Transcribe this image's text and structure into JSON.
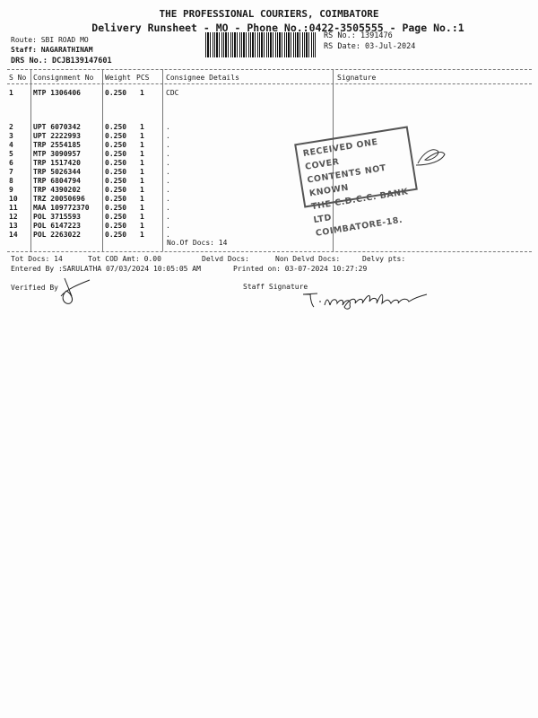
{
  "header": {
    "company": "THE PROFESSIONAL COURIERS, COIMBATORE",
    "subtitle": "Delivery Runsheet - MO - Phone No.:0422-3505555 - Page No.:1",
    "route": "Route: SBI ROAD MO",
    "staff": "Staff: NAGARATHINAM",
    "drs": "DRS No.: DCJB139147601",
    "rs_no": "RS No.: 1391476",
    "rs_date": "RS Date: 03-Jul-2024"
  },
  "table": {
    "columns": [
      "S No",
      "Consignment No",
      "Weight",
      "PCS",
      "Consignee Details",
      "Signature"
    ],
    "rows": [
      {
        "sno": "1",
        "cons": "MTP 1306406",
        "weight": "0.250",
        "pcs": "1",
        "details": "CDC"
      },
      {
        "sno": "2",
        "cons": "UPT 6070342",
        "weight": "0.250",
        "pcs": "1",
        "details": "."
      },
      {
        "sno": "3",
        "cons": "UPT 2222993",
        "weight": "0.250",
        "pcs": "1",
        "details": "."
      },
      {
        "sno": "4",
        "cons": "TRP 2554185",
        "weight": "0.250",
        "pcs": "1",
        "details": "."
      },
      {
        "sno": "5",
        "cons": "MTP 3090957",
        "weight": "0.250",
        "pcs": "1",
        "details": "."
      },
      {
        "sno": "6",
        "cons": "TRP 1517420",
        "weight": "0.250",
        "pcs": "1",
        "details": "."
      },
      {
        "sno": "7",
        "cons": "TRP 5026344",
        "weight": "0.250",
        "pcs": "1",
        "details": "."
      },
      {
        "sno": "8",
        "cons": "TRP 6804794",
        "weight": "0.250",
        "pcs": "1",
        "details": "."
      },
      {
        "sno": "9",
        "cons": "TRP 4390202",
        "weight": "0.250",
        "pcs": "1",
        "details": "."
      },
      {
        "sno": "10",
        "cons": "TRZ 20050696",
        "weight": "0.250",
        "pcs": "1",
        "details": "."
      },
      {
        "sno": "11",
        "cons": "MAA 109772370",
        "weight": "0.250",
        "pcs": "1",
        "details": "."
      },
      {
        "sno": "12",
        "cons": "POL 3715593",
        "weight": "0.250",
        "pcs": "1",
        "details": "."
      },
      {
        "sno": "13",
        "cons": "POL 6147223",
        "weight": "0.250",
        "pcs": "1",
        "details": "."
      },
      {
        "sno": "14",
        "cons": "POL 2263022",
        "weight": "0.250",
        "pcs": "1",
        "details": "."
      }
    ],
    "no_of_docs": "No.Of Docs: 14"
  },
  "stamp": {
    "lines": [
      "RECEIVED ONE COVER",
      "CONTENTS NOT KNOWN",
      "THE C.D.C.C. BANK LTD",
      "COIMBATORE-18."
    ]
  },
  "footer": {
    "tot_docs": "Tot Docs:  14",
    "tot_cod": "Tot COD Amt:    0.00",
    "delvd": "Delvd Docs:",
    "non_delvd": "Non Delvd Docs:",
    "delvy_pts": "Delvy pts:",
    "entered_by": "Entered By :SARULATHA 07/03/2024 10:05:05 AM",
    "printed_on": "Printed on: 03-07-2024 10:27:29",
    "verified_by": "Verified By",
    "staff_signature": "Staff Signature",
    "signature_text": "T.Nagarathinam"
  }
}
